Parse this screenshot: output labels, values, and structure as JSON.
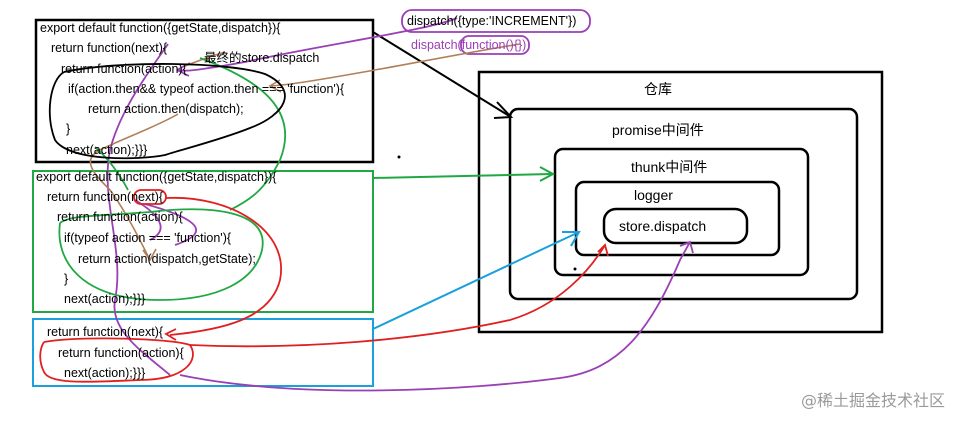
{
  "code_blocks": {
    "promise": [
      "export default function({getState,dispatch}){",
      "return function(next){",
      "return function(action){",
      "if(action.then&& typeof action.then === 'function'){",
      "return action.then(dispatch);",
      "}",
      "next(action);}}}"
    ],
    "thunk": [
      "export default function({getState,dispatch}){",
      "return function(next){",
      "return function(action){",
      "if(typeof action === 'function'){",
      "return action(dispatch,getState);",
      "}",
      "next(action);}}}"
    ],
    "logger": [
      "return function(next){",
      "return function(action){",
      "next(action);}}}"
    ]
  },
  "annotations": {
    "dispatch_call": "dispatch({type:'INCREMENT'})",
    "dispatch_function": "dispatch(function(){})",
    "final_dispatch": "最终的store.dispatch"
  },
  "layers": {
    "warehouse": "仓库",
    "promise": "promise中间件",
    "thunk": "thunk中间件",
    "logger": "logger",
    "store": "store.dispatch"
  },
  "watermark": "@稀土掘金技术社区",
  "colors": {
    "black": "#000000",
    "green": "#1fa843",
    "blue": "#1aa0dc",
    "red": "#e02020",
    "purple": "#9b3fb5",
    "brown": "#b0805a"
  }
}
